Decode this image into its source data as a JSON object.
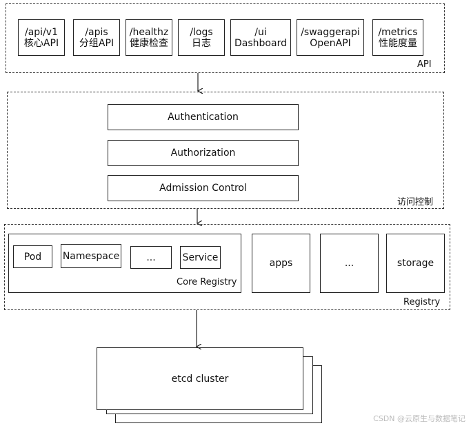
{
  "api": {
    "label": "API",
    "endpoints": [
      {
        "path": "/api/v1",
        "desc": "核心API"
      },
      {
        "path": "/apis",
        "desc": "分组API"
      },
      {
        "path": "/healthz",
        "desc": "健康检查"
      },
      {
        "path": "/logs",
        "desc": "日志"
      },
      {
        "path": "/ui",
        "desc": "Dashboard"
      },
      {
        "path": "/swaggerapi",
        "desc": "OpenAPI"
      },
      {
        "path": "/metrics",
        "desc": "性能度量"
      }
    ]
  },
  "access": {
    "label": "访问控制",
    "steps": [
      "Authentication",
      "Authorization",
      "Admission Control"
    ]
  },
  "registry": {
    "label": "Registry",
    "core": {
      "label": "Core Registry",
      "items": [
        "Pod",
        "Namespace",
        "...",
        "Service"
      ]
    },
    "groups": [
      "apps",
      "...",
      "storage"
    ]
  },
  "etcd": {
    "label": "etcd cluster"
  },
  "watermark": "CSDN @云原生与数据笔记"
}
